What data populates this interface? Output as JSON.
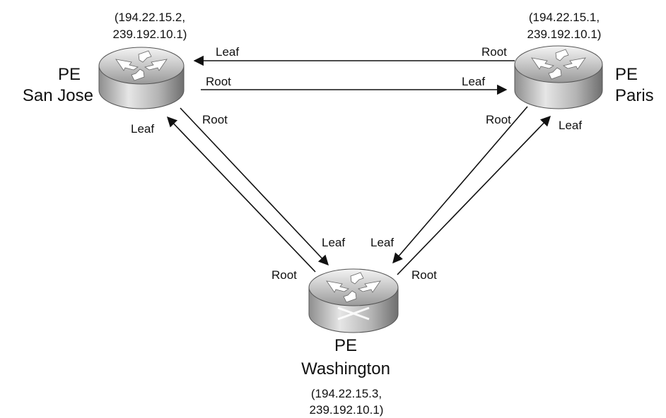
{
  "routers": {
    "san_jose": {
      "name_line1": "PE",
      "name_line2": "San Jose",
      "addr_line1": "(194.22.15.2,",
      "addr_line2": "239.192.10.1)"
    },
    "paris": {
      "name_line1": "PE",
      "name_line2": "Paris",
      "addr_line1": "(194.22.15.1,",
      "addr_line2": "239.192.10.1)"
    },
    "washington": {
      "name_line1": "PE",
      "name_line2": "Washington",
      "addr_line1": "(194.22.15.3,",
      "addr_line2": "239.192.10.1)"
    }
  },
  "links": {
    "sj_paris": {
      "upper_left": "Leaf",
      "upper_right": "Root",
      "lower_left": "Root",
      "lower_right": "Leaf"
    },
    "sj_washington": {
      "sj_leaf": "Leaf",
      "sj_root": "Root",
      "wa_leaf": "Leaf",
      "wa_root": "Root"
    },
    "paris_washington": {
      "paris_root": "Root",
      "paris_leaf": "Leaf",
      "wa_leaf": "Leaf",
      "wa_root": "Root"
    }
  }
}
